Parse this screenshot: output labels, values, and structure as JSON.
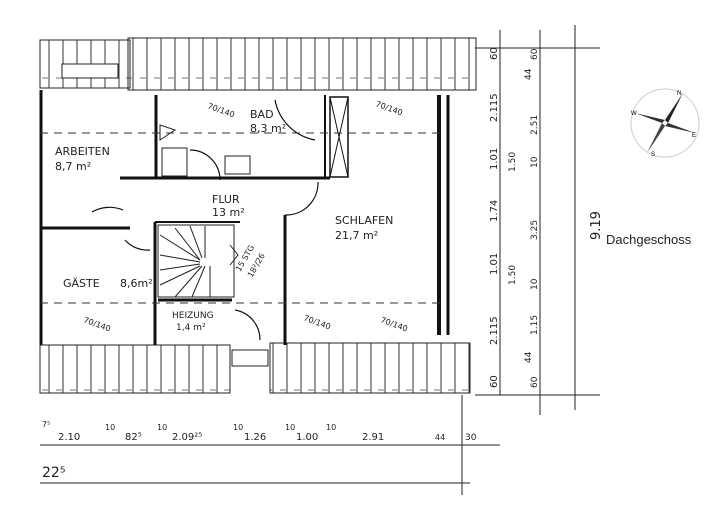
{
  "title": "Dachgeschoss",
  "compass": {
    "n": "N",
    "s": "S",
    "w": "W",
    "e": "E"
  },
  "rooms": {
    "arbeiten": {
      "name": "ARBEITEN",
      "area": "8,7 m²"
    },
    "bad": {
      "name": "BAD",
      "area": "8,3 m²"
    },
    "flur": {
      "name": "FLUR",
      "area": "13 m²"
    },
    "schlafen": {
      "name": "SCHLAFEN",
      "area": "21,7 m²"
    },
    "gaeste": {
      "name": "GÄSTE",
      "area": "8,6m²"
    },
    "heizung": {
      "name": "HEIZUNG",
      "area": "1,4 m²"
    }
  },
  "stairs": {
    "steps": "15 STG",
    "rise": "18²/26"
  },
  "windows": [
    "70/140",
    "70/140",
    "70/140",
    "70/140",
    "70/140"
  ],
  "dims_right_inner": [
    "60",
    "2.115",
    "1.01",
    "1.74",
    "1.01",
    "2.115",
    "60"
  ],
  "dims_right_middle": [
    "44",
    "60",
    "2.51",
    "1.50",
    "10",
    "3.25",
    "1.50",
    "10",
    "1.15",
    "44",
    "60"
  ],
  "dims_right_total": "9.19",
  "dims_bottom": [
    "7⁵",
    "2.10",
    "10",
    "82⁵",
    "10",
    "2.09²⁵",
    "10",
    "1.26",
    "10",
    "1.00",
    "10",
    "2.91",
    "44",
    "30"
  ],
  "dims_bottom_total": "22⁵"
}
